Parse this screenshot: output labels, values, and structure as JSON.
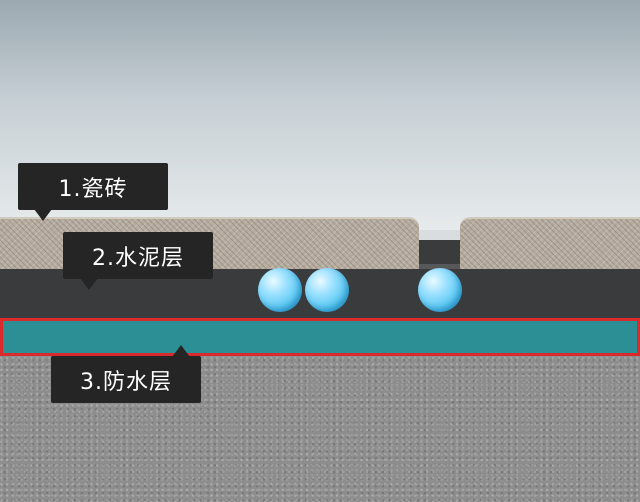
{
  "labels": {
    "tile": "1.瓷砖",
    "mortar": "2.水泥层",
    "waterproof": "3.防水层"
  },
  "colors": {
    "tile": "#b7aca0",
    "mortar": "#3a3b3d",
    "waterproof_layer": "#2b8f95",
    "waterproof_outline": "#d92b2b",
    "concrete": "#8d8d8d",
    "water_drop": "#4ec4f1",
    "callout_bg": "#252525"
  },
  "water_drop_count": 3
}
